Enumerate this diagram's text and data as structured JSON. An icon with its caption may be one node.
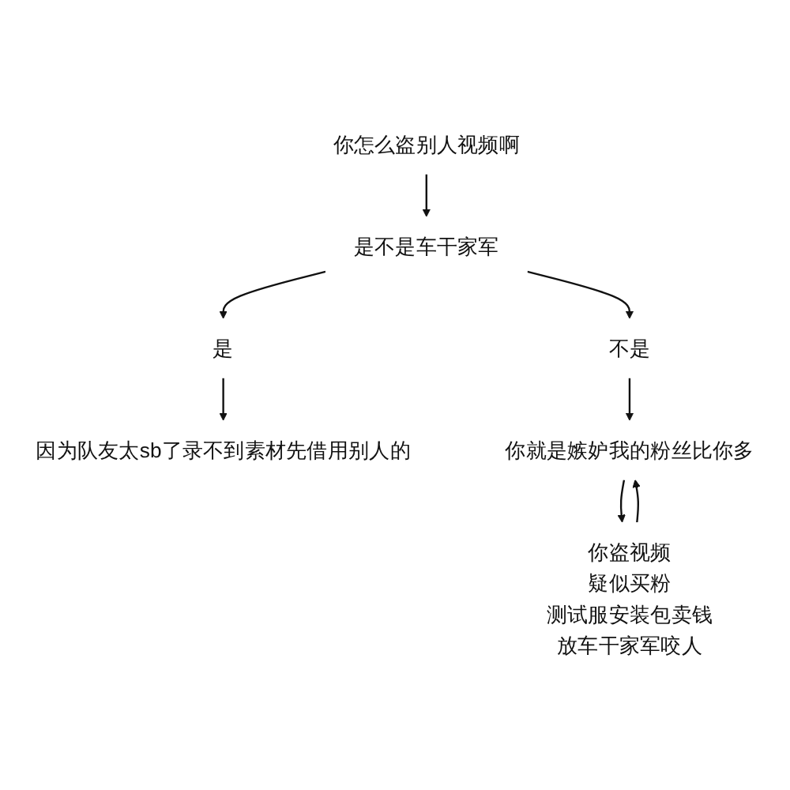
{
  "diagram": {
    "nodes": [
      {
        "text": [
          "你怎么盗别人视频啊"
        ]
      },
      {
        "text": [
          "是不是车干家军"
        ]
      },
      {
        "text": [
          "不是"
        ]
      },
      {
        "text": [
          "是"
        ]
      },
      {
        "text": [
          "因为队友太sb了录不到素材先借用别人的"
        ]
      },
      {
        "text": [
          "你就是嫉妒我的粉丝比你多"
        ]
      },
      {
        "text": [
          "你盗视频",
          "疑似买粉",
          "测试服安装包卖钱",
          "放车干家军咬人"
        ]
      }
    ],
    "edges": [
      {
        "from": 0,
        "to": 1,
        "arrow": "to"
      },
      {
        "from": 1,
        "to": 2,
        "arrow": "to"
      },
      {
        "from": 1,
        "to": 3,
        "arrow": "to"
      },
      {
        "from": 3,
        "to": 4,
        "arrow": "to"
      },
      {
        "from": 2,
        "to": 5,
        "arrow": "to"
      },
      {
        "from": 6,
        "to": 5,
        "arrow": "to"
      },
      {
        "from": 5,
        "to": 6,
        "arrow": "to"
      }
    ]
  }
}
